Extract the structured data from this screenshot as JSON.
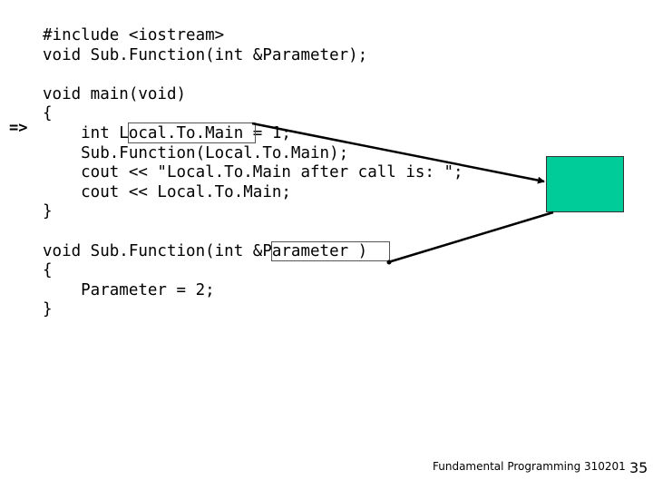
{
  "code": {
    "lines": [
      "#include <iostream>",
      "void Sub.Function(int &Parameter);",
      "",
      "void main(void)",
      "{",
      "    int Local.To.Main = 1;",
      "    Sub.Function(Local.To.Main);",
      "    cout << \"Local.To.Main after call is: \";",
      "    cout << Local.To.Main;",
      "}",
      "",
      "void Sub.Function(int &Parameter )",
      "{",
      "    Parameter = 2;",
      "}"
    ]
  },
  "current_line_marker": "=>",
  "memory_cell": {
    "color": "#00cc99"
  },
  "footer": {
    "course": "Fundamental Programming 310201",
    "page": "35"
  }
}
